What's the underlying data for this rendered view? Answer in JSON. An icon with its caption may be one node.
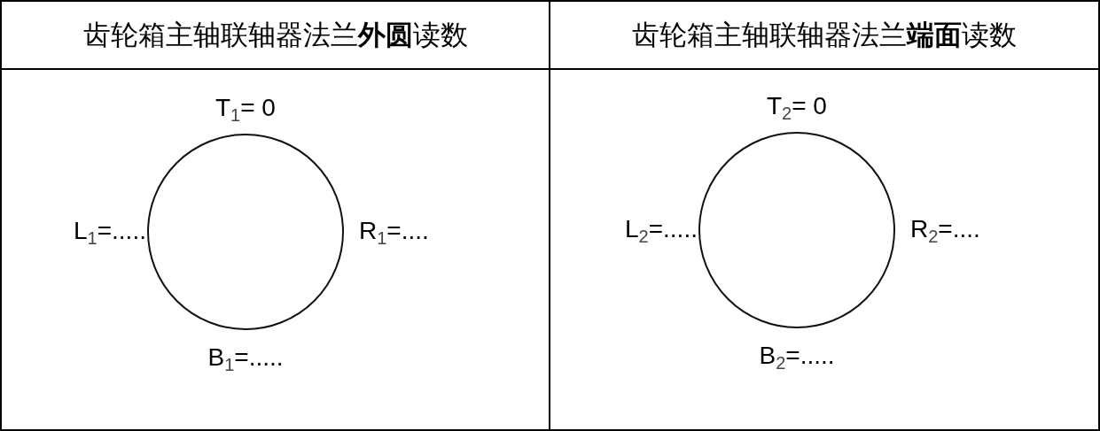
{
  "diagram": {
    "nodes": [
      {
        "text": [
          "齿轮箱主轴联轴器法兰**外圆**读数"
        ]
      },
      {
        "text": [
          "齿轮箱主轴联轴器法兰**端面**读数"
        ]
      },
      {
        "text": [],
        "shape": "circle",
        "beside": [
          "T$_{1}$= 0",
          "L$_{1}$=.....",
          "R$_{1}$=....",
          "B$_{1}$=....."
        ]
      },
      {
        "text": [],
        "shape": "circle",
        "beside": [
          "T$_{2}$= 0",
          "L$_{2}$=.....",
          "R$_{2}$=....",
          "B$_{2}$=....."
        ]
      }
    ]
  }
}
